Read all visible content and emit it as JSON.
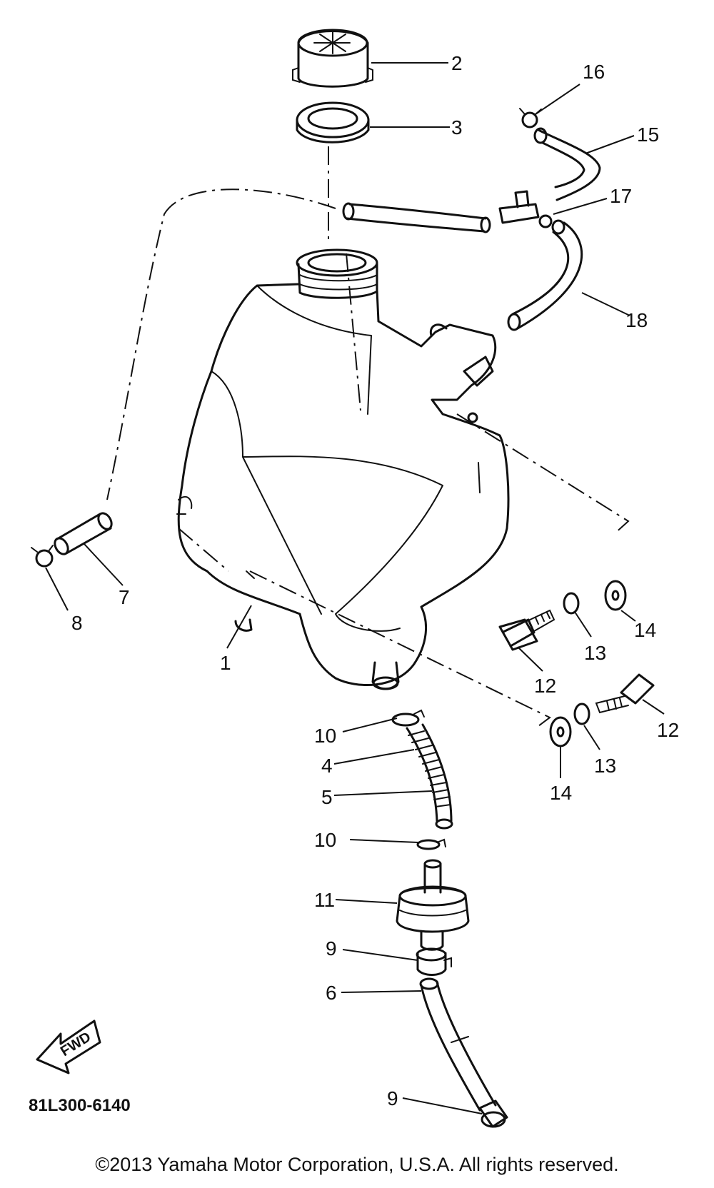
{
  "diagram": {
    "callouts": [
      {
        "id": "c1",
        "label": "1"
      },
      {
        "id": "c2",
        "label": "2"
      },
      {
        "id": "c3",
        "label": "3"
      },
      {
        "id": "c4",
        "label": "4"
      },
      {
        "id": "c5",
        "label": "5"
      },
      {
        "id": "c6",
        "label": "6"
      },
      {
        "id": "c7",
        "label": "7"
      },
      {
        "id": "c8",
        "label": "8"
      },
      {
        "id": "c9a",
        "label": "9"
      },
      {
        "id": "c9b",
        "label": "9"
      },
      {
        "id": "c10a",
        "label": "10"
      },
      {
        "id": "c10b",
        "label": "10"
      },
      {
        "id": "c11",
        "label": "11"
      },
      {
        "id": "c12a",
        "label": "12"
      },
      {
        "id": "c12b",
        "label": "12"
      },
      {
        "id": "c13a",
        "label": "13"
      },
      {
        "id": "c13b",
        "label": "13"
      },
      {
        "id": "c14a",
        "label": "14"
      },
      {
        "id": "c14b",
        "label": "14"
      },
      {
        "id": "c15",
        "label": "15"
      },
      {
        "id": "c16",
        "label": "16"
      },
      {
        "id": "c17",
        "label": "17"
      },
      {
        "id": "c18",
        "label": "18"
      }
    ],
    "fwd_label": "FWD",
    "diagram_code": "81L300-6140",
    "copyright": "©2013 Yamaha Motor Corporation, U.S.A. All rights reserved."
  }
}
